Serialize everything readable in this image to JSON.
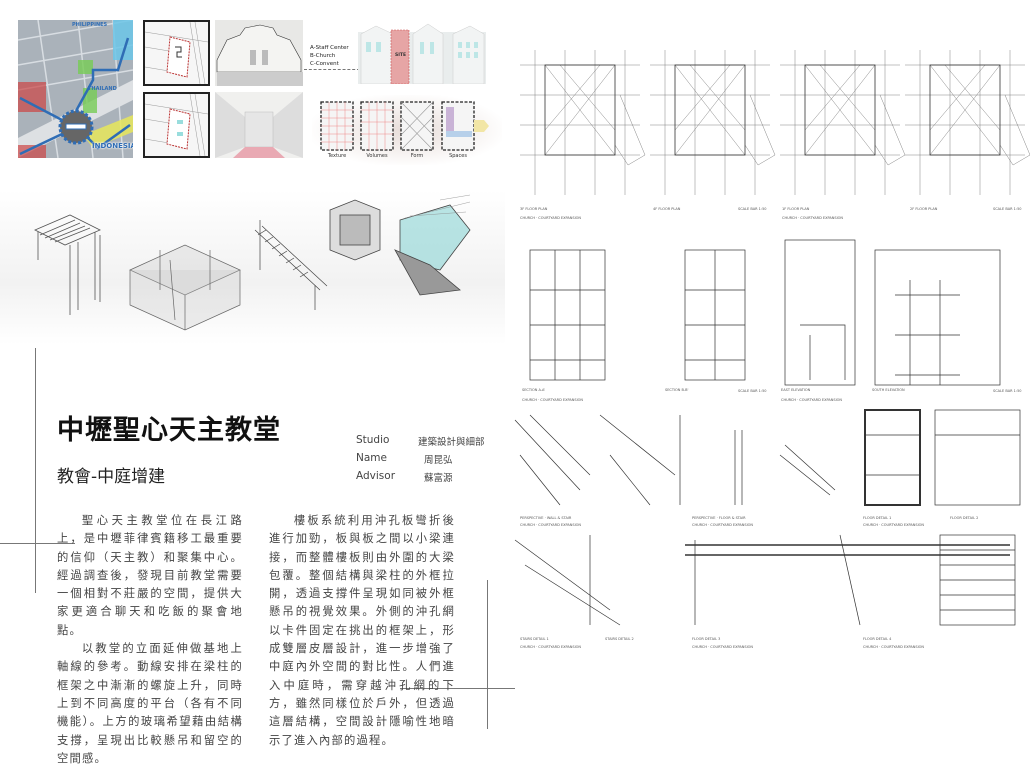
{
  "project": {
    "title": "中壢聖心天主教堂",
    "subtitle": "教會-中庭增建"
  },
  "info": [
    {
      "label": "Studio",
      "value": "建築設計與細部"
    },
    {
      "label": "Name",
      "value": "周昆弘"
    },
    {
      "label": "Advisor",
      "value": "蘇富源"
    }
  ],
  "paragraphs_left": [
    "聖心天主教堂位在長江路上，是中壢菲律賓籍移工最重要的信仰（天主教）和聚集中心。經過調查後，發現目前教堂需要一個相對不莊嚴的空間，提供大家更適合聊天和吃飯的聚會地點。",
    "以教堂的立面延伸做基地上軸線的參考。動線安排在梁柱的框架之中漸漸的螺旋上升，同時上到不同高度的平台（各有不同機能）。上方的玻璃希望藉由結構支撐，呈現出比較懸吊和留空的空間感。"
  ],
  "paragraphs_right": [
    "樓板系統利用沖孔板彎折後進行加勁，板與板之間以小梁連接，而整體樓板則由外圍的大梁包覆。整個結構與梁柱的外框拉開，透過支撐件呈現如同被外框懸吊的視覺效果。外側的沖孔網以卡件固定在挑出的框架上，形成雙層皮層設計，進一步增強了中庭內外空間的對比性。人們進入中庭時，需穿越沖孔網的下方，雖然同樣位於戶外，但透過這層結構，空間設計隱喻性地暗示了進入內部的過程。"
  ],
  "map_labels": [
    "PHILIPPINES",
    "THAILAND",
    "INDONESIA"
  ],
  "legend": [
    "A-Staff Center",
    "B-Church",
    "C-Convent"
  ],
  "site_label": "SITE",
  "diagram_captions": [
    "Texture",
    "Volumes",
    "Form",
    "Spaces"
  ],
  "drawings": {
    "project_caption": "CHURCH  ·  COURTYARD EXPANSION",
    "scale": "SCALE BAR 1:50",
    "plans": [
      "3F FLOOR PLAN",
      "4F FLOOR PLAN",
      "1F FLOOR PLAN",
      "2F FLOOR PLAN"
    ],
    "sections": [
      "SECTION A-A'",
      "SECTION B-B'",
      "EAST ELEVATION",
      "SOUTH ELEVATION"
    ],
    "details_row1": [
      "PERSPECTIVE  ·  WALL & STAIR",
      "PERSPECTIVE  ·  FLOOR & STAIR",
      "FLOOR DETAIL 1",
      "FLOOR DETAIL 2"
    ],
    "details_row2": [
      "STAIRS DETAIL 1",
      "STAIRS DETAIL 2",
      "FLOOR DETAIL 3",
      "FLOOR DETAIL 4"
    ]
  },
  "colors": {
    "map_blue": "#2f6db5",
    "site_red": "#c0504d",
    "glass": "#7fd0d0"
  }
}
